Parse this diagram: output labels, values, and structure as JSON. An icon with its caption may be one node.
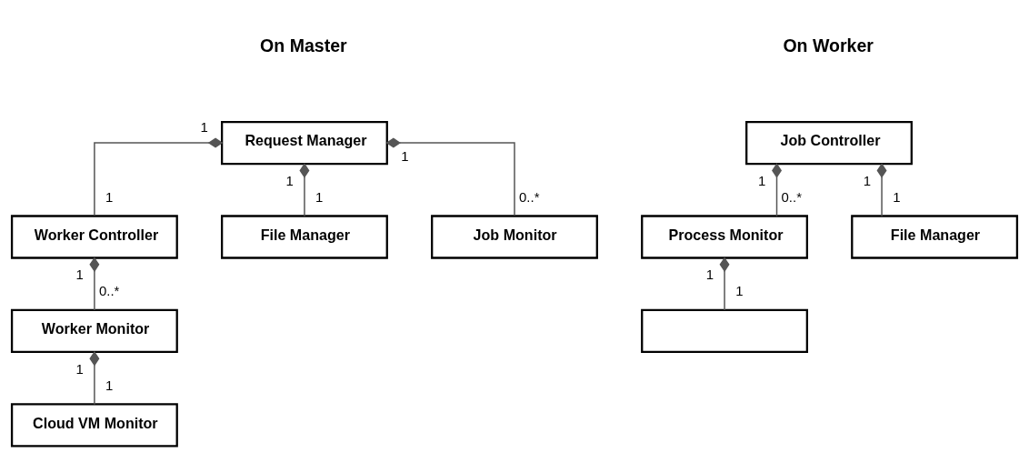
{
  "diagram": {
    "nodes": [
      {
        "text": [
          "Request Manager"
        ],
        "beside": [
          "1",
          "1",
          "1"
        ]
      },
      {
        "text": [
          "Worker Controller"
        ],
        "beside": [
          "1",
          "1"
        ]
      },
      {
        "text": [
          "File Manager"
        ],
        "beside": [
          "1"
        ]
      },
      {
        "text": [
          "Job Monitor"
        ],
        "beside": [
          "0..*"
        ]
      },
      {
        "text": [
          "Worker Monitor"
        ],
        "beside": [
          "0..*",
          "1"
        ]
      },
      {
        "text": [
          "Cloud VM Monitor"
        ],
        "beside": [
          "1"
        ]
      },
      {
        "text": [
          "Job Controller"
        ],
        "beside": [
          "1",
          "1"
        ]
      },
      {
        "text": [
          "Process Monitor"
        ],
        "beside": [
          "0..*",
          "1"
        ]
      },
      {
        "text": [
          "File Manager"
        ],
        "beside": [
          "1"
        ]
      },
      {
        "text": [],
        "shape": "box",
        "beside": [
          "1"
        ]
      }
    ],
    "edges": [
      {
        "from": 0,
        "to": 1,
        "arrow": "other"
      },
      {
        "from": 0,
        "to": 2,
        "arrow": "other"
      },
      {
        "from": 0,
        "to": 3,
        "arrow": "other"
      },
      {
        "from": 1,
        "to": 4,
        "arrow": "other"
      },
      {
        "from": 4,
        "to": 5,
        "arrow": "other"
      },
      {
        "from": 6,
        "to": 7,
        "arrow": "other"
      },
      {
        "from": 6,
        "to": 8,
        "arrow": "other"
      },
      {
        "from": 7,
        "to": 9,
        "arrow": "other"
      }
    ],
    "labels": [
      "On Master",
      "On Worker"
    ]
  }
}
